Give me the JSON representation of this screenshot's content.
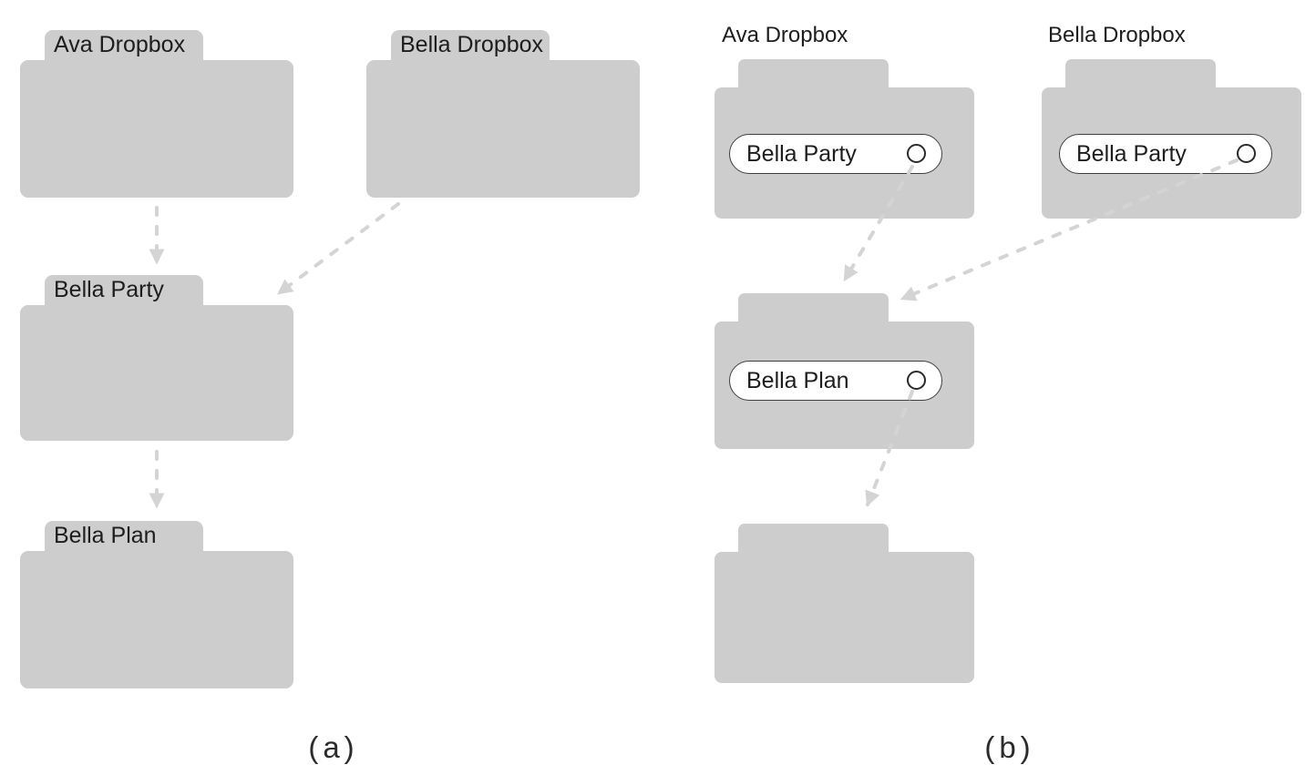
{
  "colors": {
    "bg": "#ffffff",
    "folder": "#cdcdcd",
    "arrow": "#d4d4d4",
    "ink": "#1d1d1d",
    "pill-border": "#3f3f3f",
    "pill-bg": "#ffffff"
  },
  "panel_a": {
    "caption": "(a)",
    "folders": [
      {
        "label": "Ava Dropbox"
      },
      {
        "label": "Bella Dropbox"
      },
      {
        "label": "Bella Party"
      },
      {
        "label": "Bella Plan"
      }
    ],
    "arrows": [
      {
        "from": "ava-dropbox",
        "to": "bella-party"
      },
      {
        "from": "bella-dropbox",
        "to": "bella-party"
      },
      {
        "from": "bella-party",
        "to": "bella-plan"
      }
    ]
  },
  "panel_b": {
    "caption": "(b)",
    "folders": [
      {
        "heading": "Ava Dropbox",
        "item": "Bella Party"
      },
      {
        "heading": "Bella Dropbox",
        "item": "Bella Party"
      },
      {
        "heading": "",
        "item": "Bella Plan"
      },
      {
        "heading": "",
        "item": ""
      }
    ],
    "arrows": [
      {
        "from": "ava-bella-party-link",
        "to": "middle-folder"
      },
      {
        "from": "bella-bella-party-link",
        "to": "middle-folder"
      },
      {
        "from": "bella-plan-link",
        "to": "bottom-folder"
      }
    ]
  }
}
